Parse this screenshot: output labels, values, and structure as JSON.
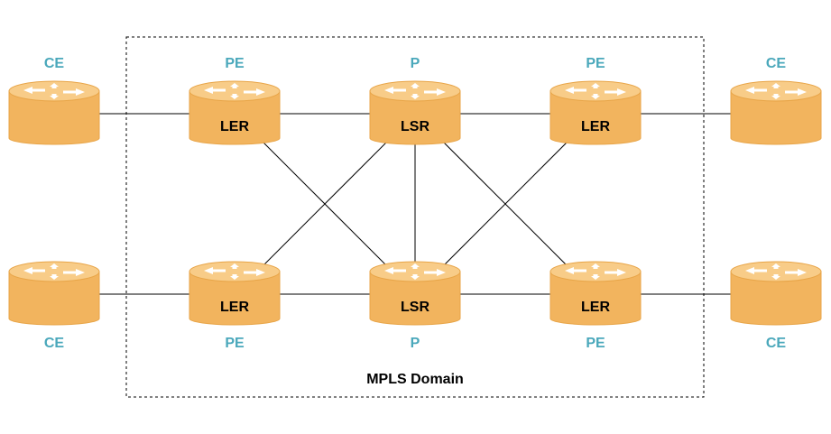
{
  "colors": {
    "router_fill": "#f2b45e",
    "router_top": "#f8cc88",
    "router_edge": "#e8a548",
    "arrow": "#ffffff",
    "role_text": "#4aa8bb",
    "link": "#000000"
  },
  "domain": {
    "label": "MPLS Domain"
  },
  "routers": [
    {
      "id": "ce-top-left",
      "role": "CE",
      "inner": "",
      "role_pos": "above"
    },
    {
      "id": "pe-top-left",
      "role": "PE",
      "inner": "LER",
      "role_pos": "above"
    },
    {
      "id": "p-top",
      "role": "P",
      "inner": "LSR",
      "role_pos": "above"
    },
    {
      "id": "pe-top-right",
      "role": "PE",
      "inner": "LER",
      "role_pos": "above"
    },
    {
      "id": "ce-top-right",
      "role": "CE",
      "inner": "",
      "role_pos": "above"
    },
    {
      "id": "ce-bottom-left",
      "role": "CE",
      "inner": "",
      "role_pos": "below"
    },
    {
      "id": "pe-bottom-left",
      "role": "PE",
      "inner": "LER",
      "role_pos": "below"
    },
    {
      "id": "p-bottom",
      "role": "P",
      "inner": "LSR",
      "role_pos": "below"
    },
    {
      "id": "pe-bottom-right",
      "role": "PE",
      "inner": "LER",
      "role_pos": "below"
    },
    {
      "id": "ce-bottom-right",
      "role": "CE",
      "inner": "",
      "role_pos": "below"
    }
  ],
  "links": [
    [
      "ce-top-left",
      "pe-top-left"
    ],
    [
      "pe-top-left",
      "p-top"
    ],
    [
      "p-top",
      "pe-top-right"
    ],
    [
      "pe-top-right",
      "ce-top-right"
    ],
    [
      "ce-bottom-left",
      "pe-bottom-left"
    ],
    [
      "pe-bottom-left",
      "p-bottom"
    ],
    [
      "p-bottom",
      "pe-bottom-right"
    ],
    [
      "pe-bottom-right",
      "ce-bottom-right"
    ],
    [
      "pe-top-left",
      "p-bottom"
    ],
    [
      "pe-bottom-left",
      "p-top"
    ],
    [
      "p-top",
      "p-bottom"
    ],
    [
      "p-top",
      "pe-bottom-right"
    ],
    [
      "p-bottom",
      "pe-top-right"
    ]
  ]
}
